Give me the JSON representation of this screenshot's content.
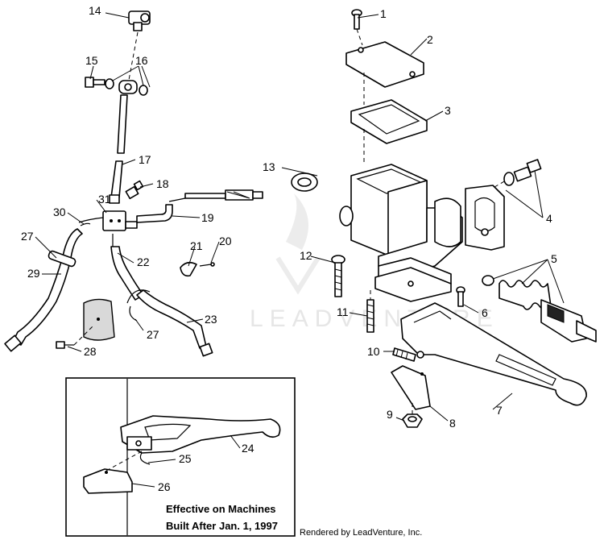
{
  "watermark": "LEADVENTURE",
  "credit": "Rendered by LeadVenture, Inc.",
  "inset_note": [
    "Effective on Machines",
    "Built After Jan. 1, 1997"
  ],
  "callouts": {
    "c1": "1",
    "c2": "2",
    "c3": "3",
    "c4": "4",
    "c5": "5",
    "c6": "6",
    "c7": "7",
    "c8": "8",
    "c9": "9",
    "c10": "10",
    "c11": "11",
    "c12": "12",
    "c13": "13",
    "c14": "14",
    "c15": "15",
    "c16": "16",
    "c17": "17",
    "c18": "18",
    "c19": "19",
    "c20": "20",
    "c21": "21",
    "c22": "22",
    "c23": "23",
    "c24": "24",
    "c25": "25",
    "c26": "26",
    "c27a": "27",
    "c27b": "27",
    "c28": "28",
    "c29": "29",
    "c30": "30",
    "c31": "31"
  }
}
